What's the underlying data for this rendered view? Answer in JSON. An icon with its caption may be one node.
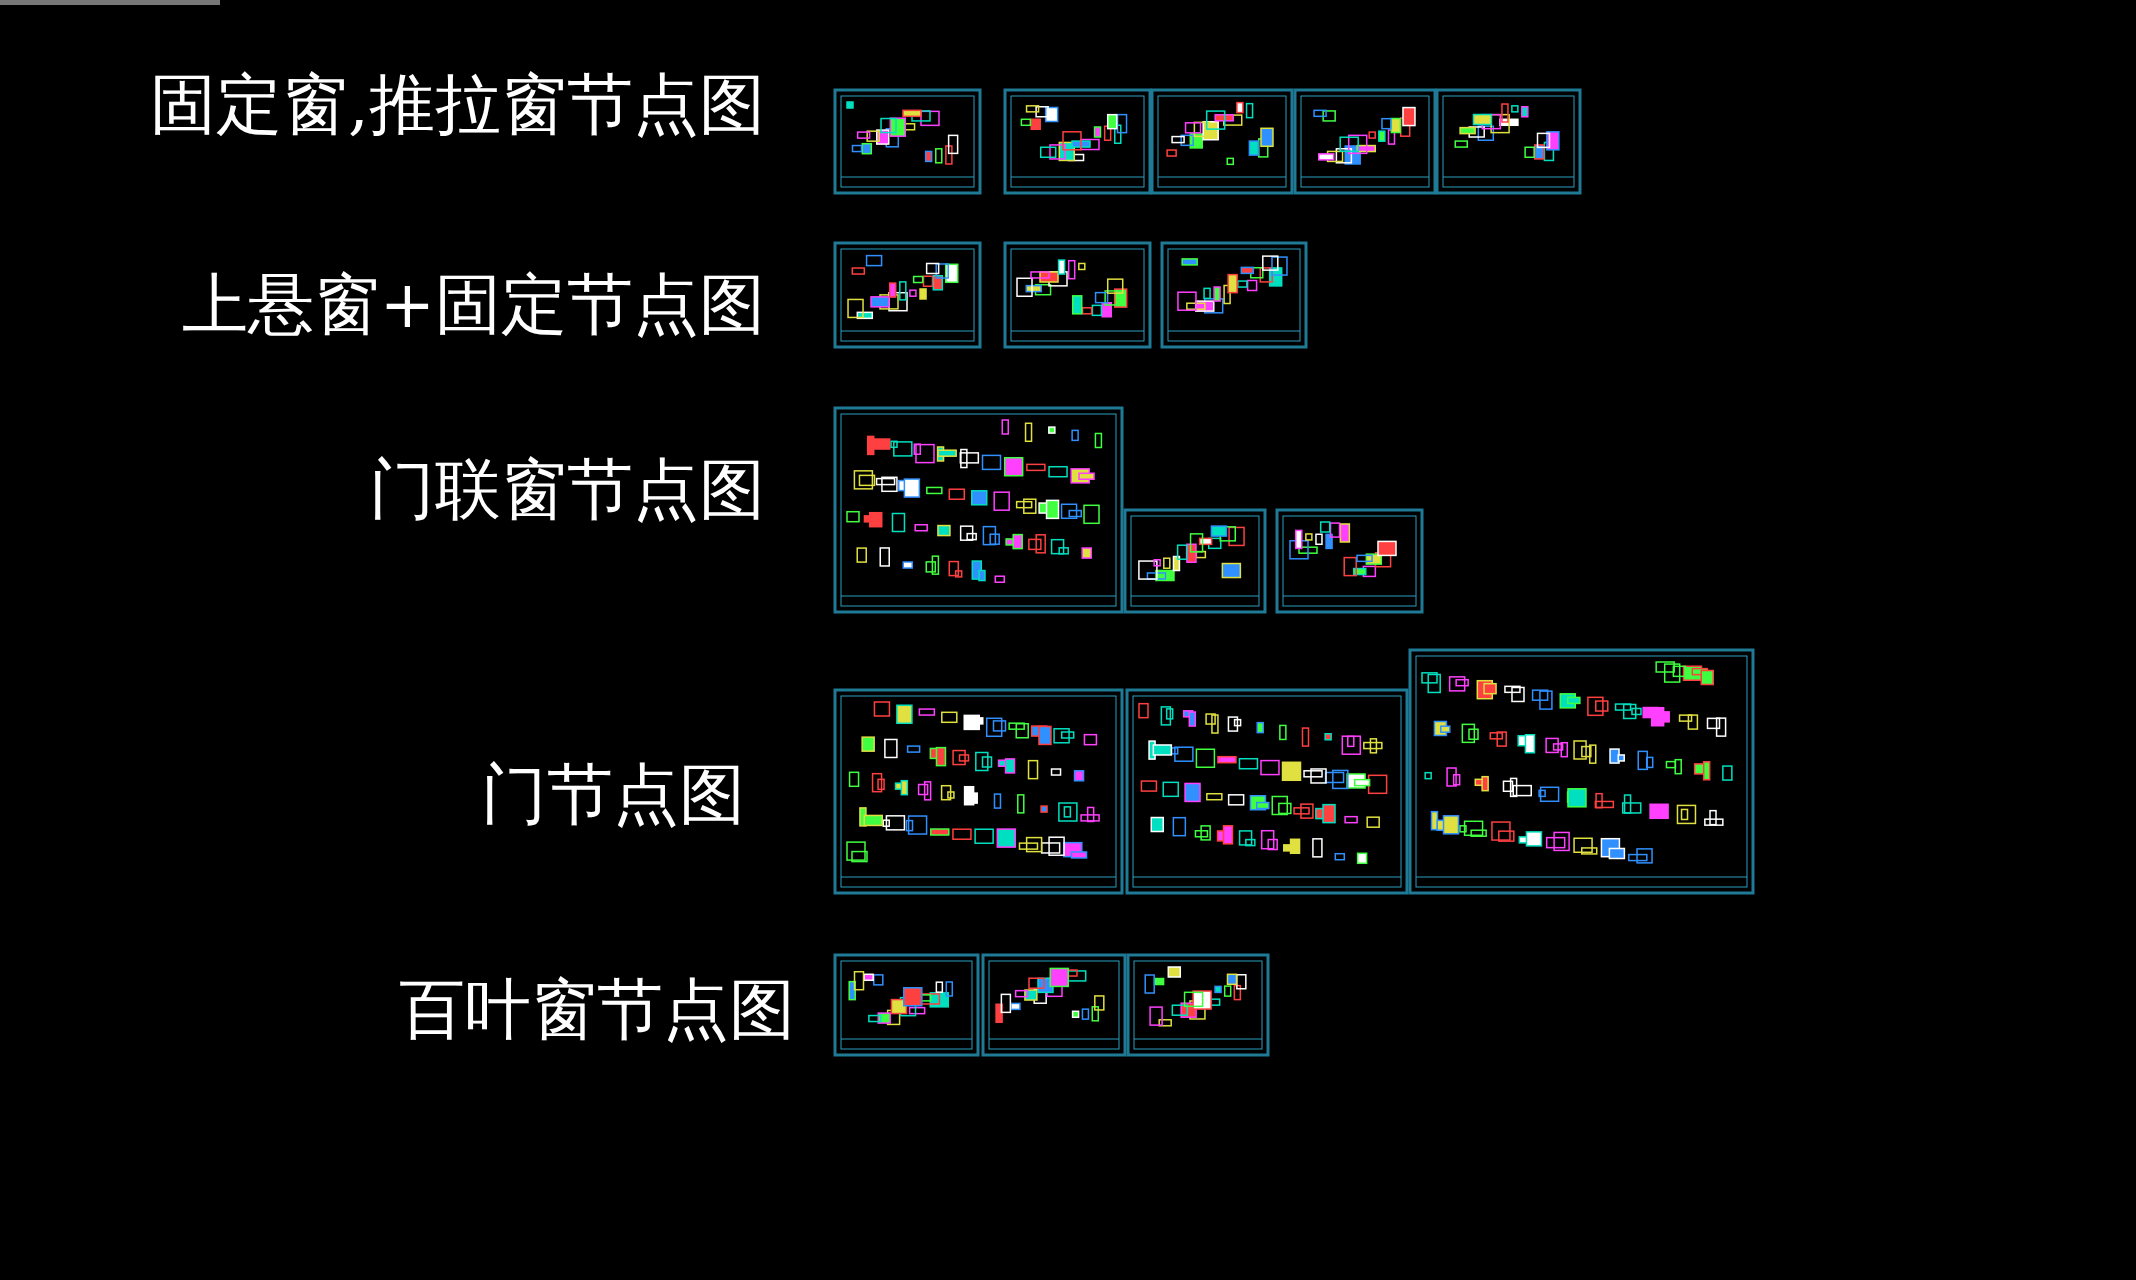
{
  "diagram": {
    "labels": [
      "固定窗,推拉窗节点图",
      "上悬窗+固定节点图",
      "门联窗节点图",
      "门节点图",
      "百叶窗节点图"
    ]
  }
}
